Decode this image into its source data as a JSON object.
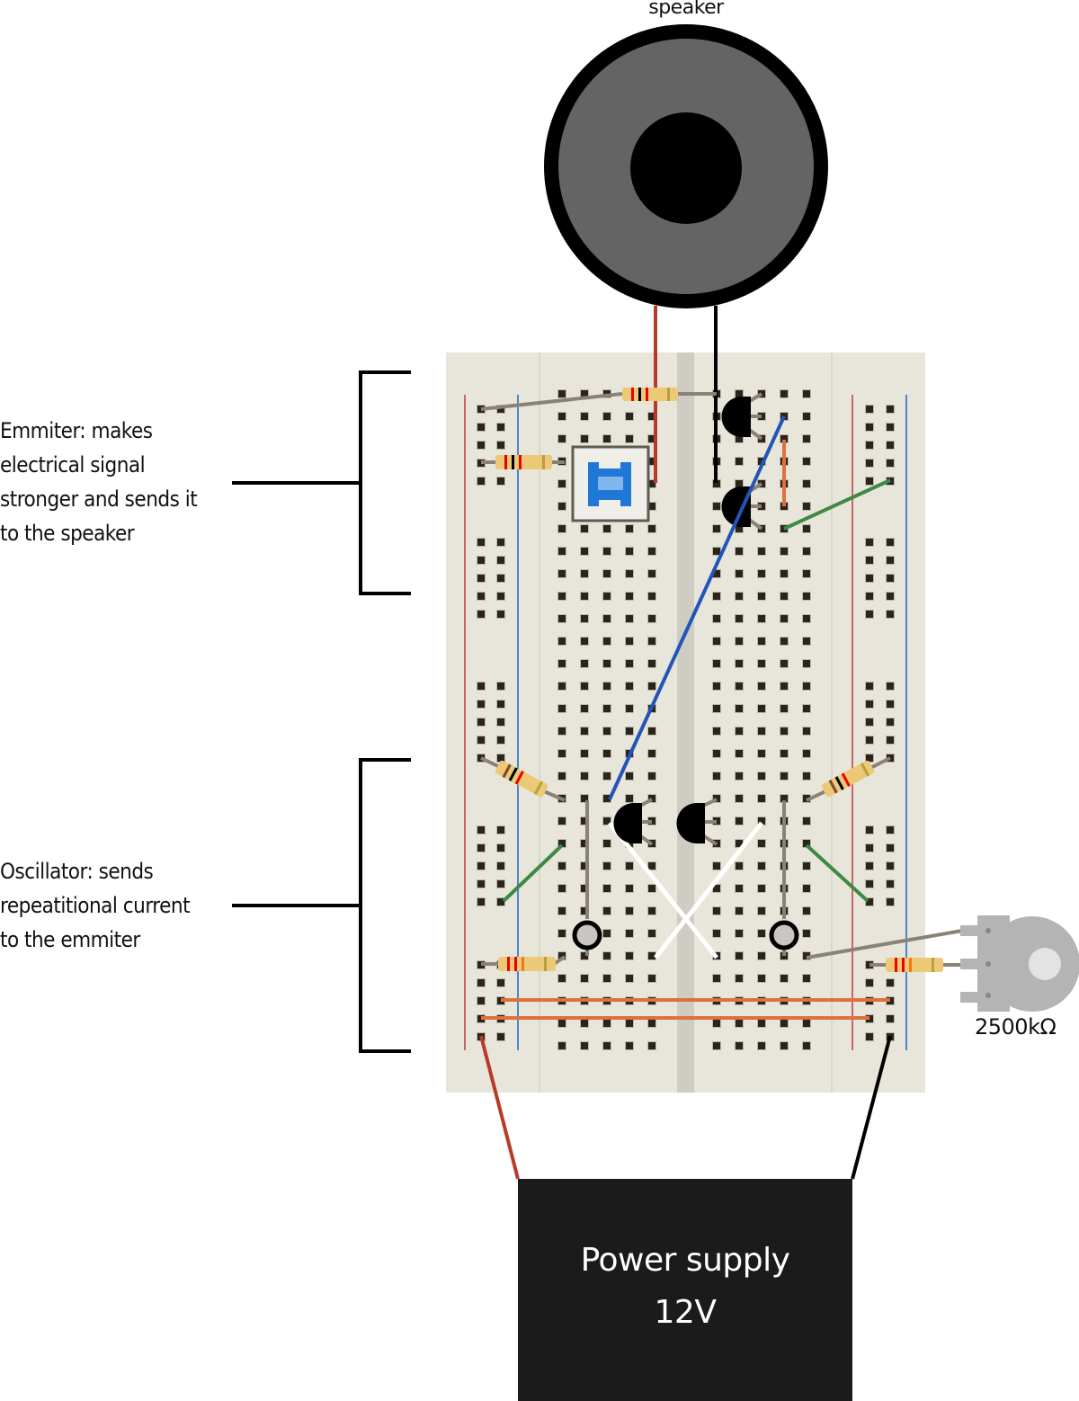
{
  "diagram": {
    "title": "Two-transistor oscillator + emitter speaker circuit on breadboard",
    "speaker": {
      "label": "speaker",
      "icon": "speaker-icon"
    },
    "annotations": [
      {
        "id": "emitter",
        "lines": [
          "Emmiter: makes",
          "electrical signal",
          "stronger and sends it",
          "to the speaker"
        ]
      },
      {
        "id": "oscillator",
        "lines": [
          "Oscillator: sends",
          "repeatitional current",
          "to the emmiter"
        ]
      }
    ],
    "potentiometer": {
      "label": "2500kΩ",
      "icon": "potentiometer-icon"
    },
    "power_supply": {
      "line1": "Power supply",
      "line2": "12V"
    },
    "components": {
      "transistors": 4,
      "resistors": 6,
      "capacitors": 2,
      "push_button": 1,
      "potentiometer": 1
    },
    "colors": {
      "board": "#e8e6da",
      "board_gap": "#cfccc4",
      "hole": "#2b241c",
      "rail_red": "#cc6666",
      "rail_blue": "#4a86c8",
      "wire_red": "#b83a2b",
      "wire_black": "#000000",
      "wire_blue": "#2255b8",
      "wire_orange": "#e0703c",
      "wire_green": "#3e8a45",
      "wire_white": "#ffffff",
      "lead": "#8a8276",
      "resistor_body": "#ecc976",
      "speaker_cone": "#646464",
      "psu": "#1b1b1b",
      "button_blue": "#1f78d6"
    }
  }
}
